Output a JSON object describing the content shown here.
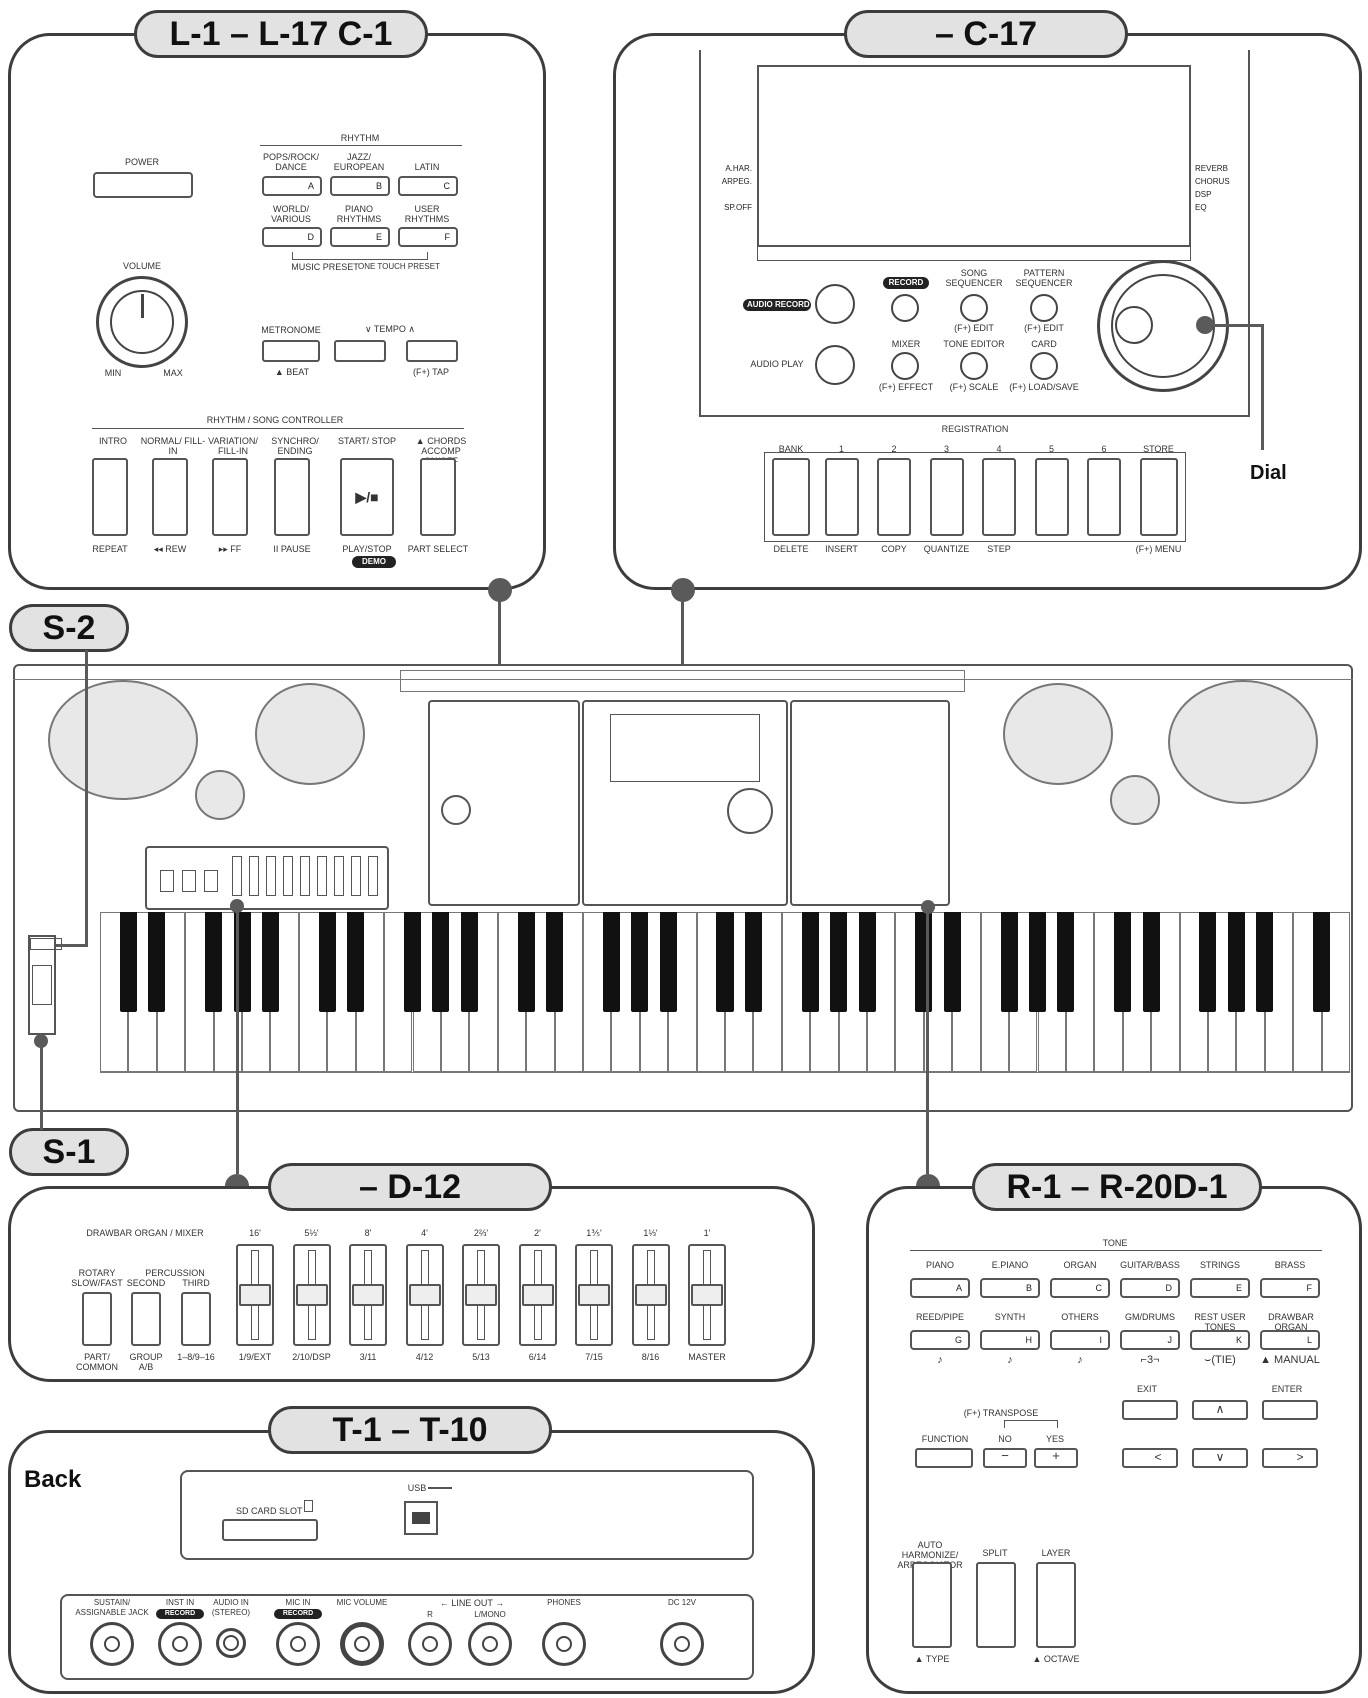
{
  "tabs": {
    "left": "L-1 – L-17 C-1",
    "center": "– C-17",
    "s2": "S-2",
    "s1": "S-1",
    "drawbar": "– D-12",
    "right": "R-1 – R-20D-1",
    "back": "T-1 – T-10"
  },
  "callouts": {
    "dial": "Dial",
    "back": "Back"
  },
  "left_panel": {
    "power": "POWER",
    "volume": "VOLUME",
    "min": "MIN",
    "max": "MAX",
    "rhythm": "RHYTHM",
    "rhythm_groups": [
      {
        "label": "POPS/ROCK/ DANCE",
        "key": "A"
      },
      {
        "label": "JAZZ/ EUROPEAN",
        "key": "B"
      },
      {
        "label": "LATIN",
        "key": "C"
      },
      {
        "label": "WORLD/ VARIOUS",
        "key": "D"
      },
      {
        "label": "PIANO RHYTHMS",
        "key": "E"
      },
      {
        "label": "USER RHYTHMS",
        "key": "F"
      }
    ],
    "music_preset": "MUSIC PRESET",
    "one_touch_preset": "ONE TOUCH PRESET",
    "metronome": "METRONOME",
    "beat": "▲ BEAT",
    "tempo": "∨  TEMPO  ∧",
    "tap": "(F+) TAP",
    "controller_title": "RHYTHM / SONG CONTROLLER",
    "controller_buttons": [
      {
        "top": "INTRO",
        "bottom": "REPEAT"
      },
      {
        "top": "NORMAL/ FILL-IN",
        "bottom": "◂◂ REW"
      },
      {
        "top": "VARIATION/ FILL-IN",
        "bottom": "▸▸ FF"
      },
      {
        "top": "SYNCHRO/ ENDING",
        "bottom": "II PAUSE"
      },
      {
        "top": "START/ STOP",
        "bottom": "PLAY/STOP",
        "face": "▶/■"
      },
      {
        "top": "▲ CHORDS ACCOMP ON/OFF",
        "bottom": "PART SELECT"
      }
    ],
    "demo": "DEMO"
  },
  "center_panel": {
    "display_left": [
      "A.HAR.",
      "ARPEG.",
      "",
      "SP.OFF"
    ],
    "display_right": [
      "REVERB",
      "CHORUS",
      "DSP",
      "EQ"
    ],
    "audio_record": "AUDIO RECORD",
    "audio_play": "AUDIO PLAY",
    "record": "RECORD",
    "song_sequencer": "SONG SEQUENCER",
    "pattern_sequencer": "PATTERN SEQUENCER",
    "f_edit": "(F+) EDIT",
    "mixer": "MIXER",
    "tone_editor": "TONE EDITOR",
    "card": "CARD",
    "f_effect": "(F+) EFFECT",
    "f_scale": "(F+) SCALE",
    "f_loadsave": "(F+) LOAD/SAVE",
    "registration": "REGISTRATION",
    "reg_top": [
      "BANK",
      "1",
      "2",
      "3",
      "4",
      "5",
      "6",
      "STORE"
    ],
    "reg_bottom": [
      "DELETE",
      "INSERT",
      "COPY",
      "QUANTIZE",
      "STEP",
      "",
      "",
      "(F+) MENU"
    ]
  },
  "drawbar_panel": {
    "title": "DRAWBAR ORGAN / MIXER",
    "rotary": "ROTARY SLOW/FAST",
    "percussion": "PERCUSSION",
    "second": "SECOND",
    "third": "THIRD",
    "part_common": "PART/ COMMON",
    "group": "GROUP A/B",
    "range": "1–8/9–16",
    "bars": [
      {
        "top": "16'",
        "bottom": "1/9/EXT"
      },
      {
        "top": "5⅓'",
        "bottom": "2/10/DSP"
      },
      {
        "top": "8'",
        "bottom": "3/11"
      },
      {
        "top": "4'",
        "bottom": "4/12"
      },
      {
        "top": "2⅔'",
        "bottom": "5/13"
      },
      {
        "top": "2'",
        "bottom": "6/14"
      },
      {
        "top": "1⅗'",
        "bottom": "7/15"
      },
      {
        "top": "1⅓'",
        "bottom": "8/16"
      },
      {
        "top": "1'",
        "bottom": "MASTER"
      }
    ]
  },
  "right_panel": {
    "tone": "TONE",
    "row1": [
      {
        "label": "PIANO",
        "key": "A"
      },
      {
        "label": "E.PIANO",
        "key": "B"
      },
      {
        "label": "ORGAN",
        "key": "C"
      },
      {
        "label": "GUITAR/BASS",
        "key": "D"
      },
      {
        "label": "STRINGS",
        "key": "E"
      },
      {
        "label": "BRASS",
        "key": "F"
      }
    ],
    "row2": [
      {
        "label": "REED/PIPE",
        "key": "G",
        "note": "♪"
      },
      {
        "label": "SYNTH",
        "key": "H",
        "note": "♪"
      },
      {
        "label": "OTHERS",
        "key": "I",
        "note": "♪"
      },
      {
        "label": "GM/DRUMS",
        "key": "J",
        "note": "⌐3¬"
      },
      {
        "label": "REST USER TONES",
        "key": "K",
        "note": "⌣(TIE)"
      },
      {
        "label": "DRAWBAR ORGAN",
        "key": "L",
        "note": "▲ MANUAL"
      }
    ],
    "exit": "EXIT",
    "enter": "ENTER",
    "f_transpose": "(F+) TRANSPOSE",
    "function": "FUNCTION",
    "no": "NO",
    "yes": "YES",
    "minus": "−",
    "plus": "+",
    "up": "∧",
    "down": "∨",
    "left": "<",
    "right": ">",
    "auto_harm": "AUTO HARMONIZE/ ARPEGGIATOR",
    "split": "SPLIT",
    "layer": "LAYER",
    "type": "▲ TYPE",
    "octave": "▲ OCTAVE"
  },
  "back_panel": {
    "sd_card_slot": "SD CARD SLOT",
    "usb": "USB",
    "jacks": [
      {
        "label": "SUSTAIN/ ASSIGNABLE JACK"
      },
      {
        "label": "INST IN",
        "pill": "RECORD"
      },
      {
        "label": "AUDIO IN (STEREO)"
      },
      {
        "label": "MIC IN",
        "pill": "RECORD"
      },
      {
        "label": "MIC VOLUME"
      },
      {
        "label": "R"
      },
      {
        "label": "L/MONO"
      },
      {
        "label": "PHONES"
      },
      {
        "label": "DC 12V"
      }
    ],
    "line_out": "← LINE OUT →"
  }
}
